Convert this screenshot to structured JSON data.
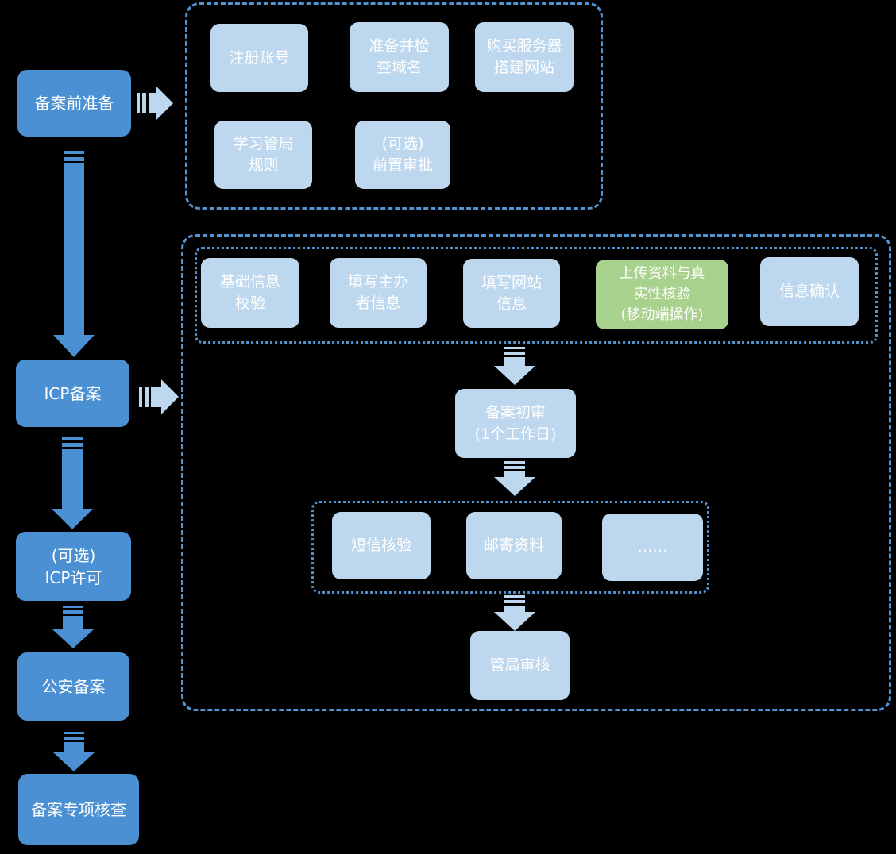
{
  "colors": {
    "primary_blue": "#4b90d3",
    "light_blue": "#bdd7ee",
    "highlight_green": "#a9d18e",
    "dash_border_blue": "#5294d2",
    "text_white": "#ffffff",
    "background": "#000000"
  },
  "left_flow": {
    "steps": [
      {
        "label": "备案前准备"
      },
      {
        "label": "ICP备案"
      },
      {
        "label": "(可选)\nICP许可"
      },
      {
        "label": "公安备案"
      },
      {
        "label": "备案专项核查"
      }
    ]
  },
  "prep_group": {
    "items": [
      {
        "label": "注册账号"
      },
      {
        "label": "准备并检\n查域名"
      },
      {
        "label": "购买服务器\n搭建网站"
      },
      {
        "label": "学习管局\n规则"
      },
      {
        "label": "(可选)\n前置审批"
      }
    ]
  },
  "icp_group": {
    "form_steps": [
      {
        "label": "基础信息\n校验",
        "highlight": false
      },
      {
        "label": "填写主办\n者信息",
        "highlight": false
      },
      {
        "label": "填写网站\n信息",
        "highlight": false
      },
      {
        "label": "上传资料与真\n实性核验\n(移动端操作)",
        "highlight": true
      },
      {
        "label": "信息确认",
        "highlight": false
      }
    ],
    "initial_review": "备案初审\n(1个工作日)",
    "post_steps": [
      {
        "label": "短信核验"
      },
      {
        "label": "邮寄资料"
      },
      {
        "label": "……"
      }
    ],
    "final_review": "管局审核"
  }
}
